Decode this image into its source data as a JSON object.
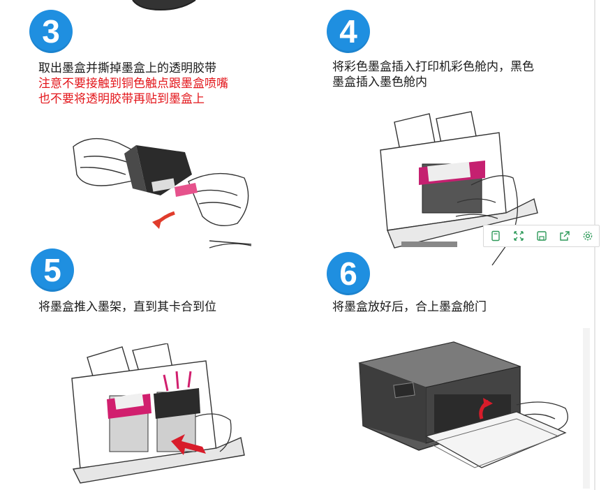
{
  "steps": [
    {
      "number": "3",
      "lines": [
        "取出墨盒并撕掉墨盒上的透明胶带"
      ],
      "warning": [
        "注意不要接触到铜色触点跟墨盒喷嘴",
        "也不要将透明胶带再贴到墨盒上"
      ]
    },
    {
      "number": "4",
      "lines": [
        "将彩色墨盒插入打印机彩色舱内，黑色",
        "墨盒插入墨色舱内"
      ]
    },
    {
      "number": "5",
      "lines": [
        "将墨盒推入墨架，直到其卡合到位"
      ]
    },
    {
      "number": "6",
      "lines": [
        "将墨盒放好后，合上墨盒舱门"
      ]
    }
  ],
  "toolbar": {
    "icons": [
      "page-icon",
      "expand-icon",
      "save-icon",
      "share-icon",
      "settings-icon"
    ],
    "accent": "#2e9a5a"
  },
  "colors": {
    "badge": "#1f8fe0",
    "warning": "#e3161b",
    "magenta": "#d11f6e"
  }
}
